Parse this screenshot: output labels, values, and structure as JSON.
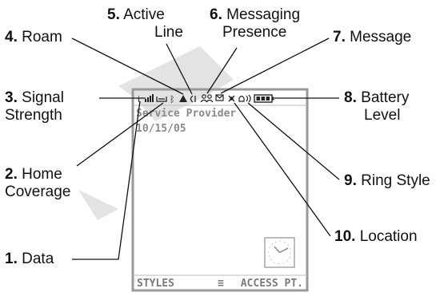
{
  "screen": {
    "provider": "Service Provider",
    "date": "10/15/05",
    "left_softkey": "STYLES",
    "menu_glyph": "≡",
    "right_softkey": "ACCESS PT."
  },
  "callouts": [
    {
      "id": "data",
      "num": "1.",
      "lines": [
        "Data"
      ]
    },
    {
      "id": "home-coverage",
      "num": "2.",
      "lines": [
        "Home",
        "Coverage"
      ]
    },
    {
      "id": "signal-strength",
      "num": "3.",
      "lines": [
        "Signal",
        "Strength"
      ]
    },
    {
      "id": "roam",
      "num": "4.",
      "lines": [
        "Roam"
      ]
    },
    {
      "id": "active-line",
      "num": "5.",
      "lines": [
        "Active",
        "Line"
      ]
    },
    {
      "id": "messaging-presence",
      "num": "6.",
      "lines": [
        "Messaging",
        "Presence"
      ]
    },
    {
      "id": "message",
      "num": "7.",
      "lines": [
        "Message"
      ]
    },
    {
      "id": "battery-level",
      "num": "8.",
      "lines": [
        "Battery",
        "Level"
      ]
    },
    {
      "id": "ring-style",
      "num": "9.",
      "lines": [
        "Ring Style"
      ]
    },
    {
      "id": "location",
      "num": "10.",
      "lines": [
        "Location"
      ]
    }
  ],
  "colors": {
    "watermark": "#e3e3e3",
    "screen_border": "#999999",
    "screen_text": "#8a8a8a",
    "leader": "#111111"
  }
}
